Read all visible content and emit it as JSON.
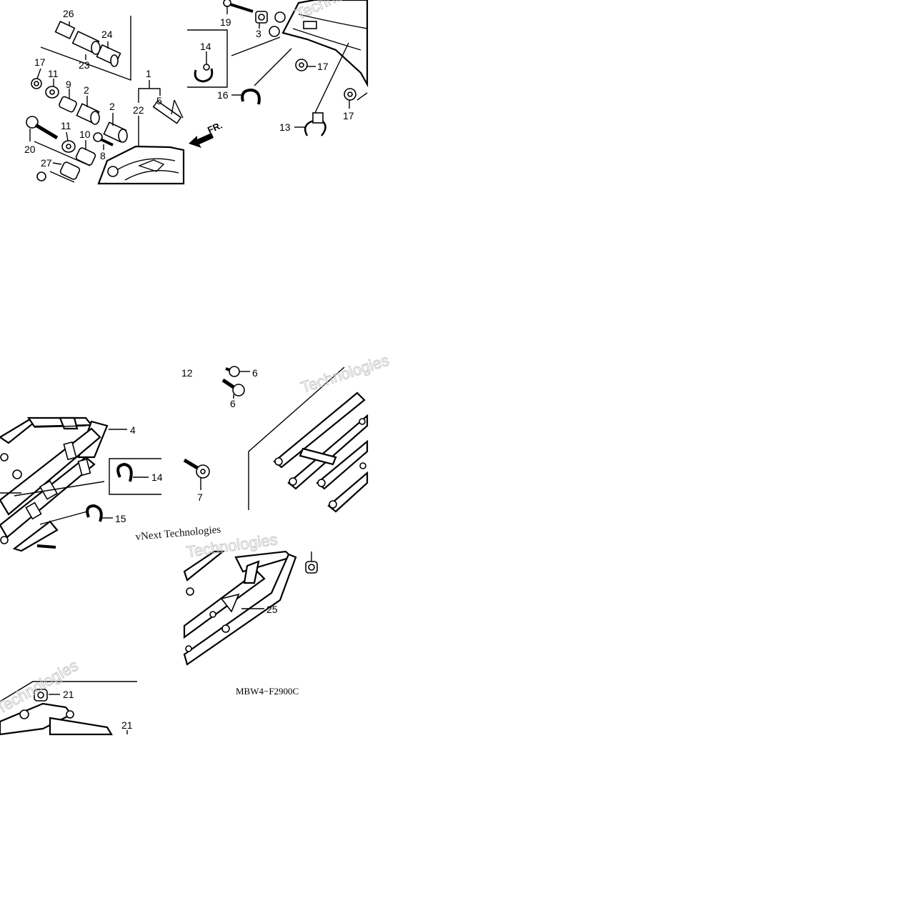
{
  "diagram_code": "MBW4−F2900C",
  "fr_arrow_label": "FR.",
  "watermark_main": "Technologies",
  "watermark_lower": "vNext Technologies",
  "labels": {
    "26": "26",
    "24": "24",
    "23": "23",
    "17a": "17",
    "11a": "11",
    "9": "9",
    "2a": "2",
    "2b": "2",
    "1": "1",
    "22": "22",
    "5": "5",
    "20": "20",
    "11b": "11",
    "10": "10",
    "8": "8",
    "27": "27",
    "19": "19",
    "3": "3",
    "14a": "14",
    "16": "16",
    "17b": "17",
    "17c": "17",
    "13": "13",
    "12": "12",
    "6a": "6",
    "6b": "6",
    "7": "7",
    "4": "4",
    "14b": "14",
    "15": "15",
    "25": "25",
    "21a": "21",
    "21b": "21"
  }
}
